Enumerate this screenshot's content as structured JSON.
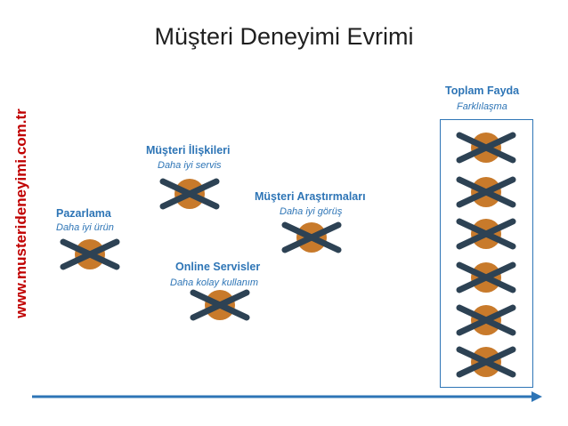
{
  "title": "Müşteri Deneyimi Evrimi",
  "side_url": "www.musterideneyimi.com.tr",
  "colors": {
    "title": "#1f1f1f",
    "side_url": "#c00000",
    "label": "#2e75b6",
    "circle": "#c87a2b",
    "cross": "#2d4254",
    "frame": "#2e75b6",
    "axis": "#2e75b6"
  },
  "icon_name": "crossed-circle-icon",
  "stages": [
    {
      "id": "pazarlama",
      "label": "Pazarlama",
      "sub": "Daha iyi ürün"
    },
    {
      "id": "iliskileri",
      "label": "Müşteri İlişkileri",
      "sub": "Daha iyi servis"
    },
    {
      "id": "online",
      "label": "Online Servisler",
      "sub": "Daha kolay kullanım"
    },
    {
      "id": "arastirmalari",
      "label": "Müşteri Araştırmaları",
      "sub": "Daha iyi görüş"
    }
  ],
  "total": {
    "label": "Toplam Fayda",
    "sub": "Farklılaşma",
    "icon_count": 6
  }
}
